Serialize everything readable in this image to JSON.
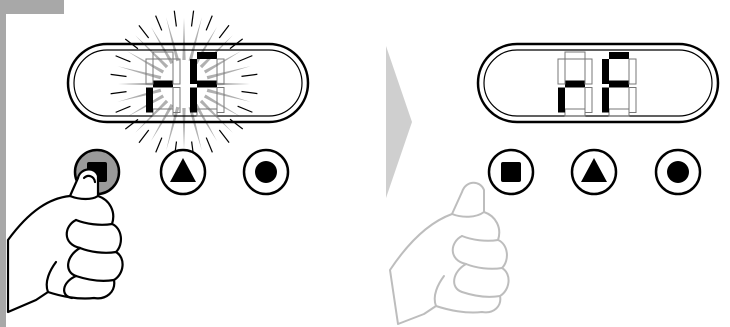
{
  "panels": [
    {
      "id": "before",
      "display": {
        "text": "rF",
        "state": "flashing"
      },
      "buttons": [
        {
          "icon": "square-icon",
          "pressed": true
        },
        {
          "icon": "triangle-icon",
          "pressed": false
        },
        {
          "icon": "circle-icon",
          "pressed": false
        }
      ],
      "hand": "active"
    },
    {
      "id": "after",
      "display": {
        "text": "rF",
        "state": "steady"
      },
      "buttons": [
        {
          "icon": "square-icon",
          "pressed": false
        },
        {
          "icon": "triangle-icon",
          "pressed": false
        },
        {
          "icon": "circle-icon",
          "pressed": false
        }
      ],
      "hand": "faded"
    }
  ],
  "transition_arrow": "chevron-right-icon",
  "colors": {
    "outline": "#000000",
    "flash_rays": "#b0b0b0",
    "pressed_button": "#9a9a9a",
    "arrow": "#cfcfcf",
    "faded_hand": "#bdbdbd",
    "frame": "#a8a8a8"
  }
}
